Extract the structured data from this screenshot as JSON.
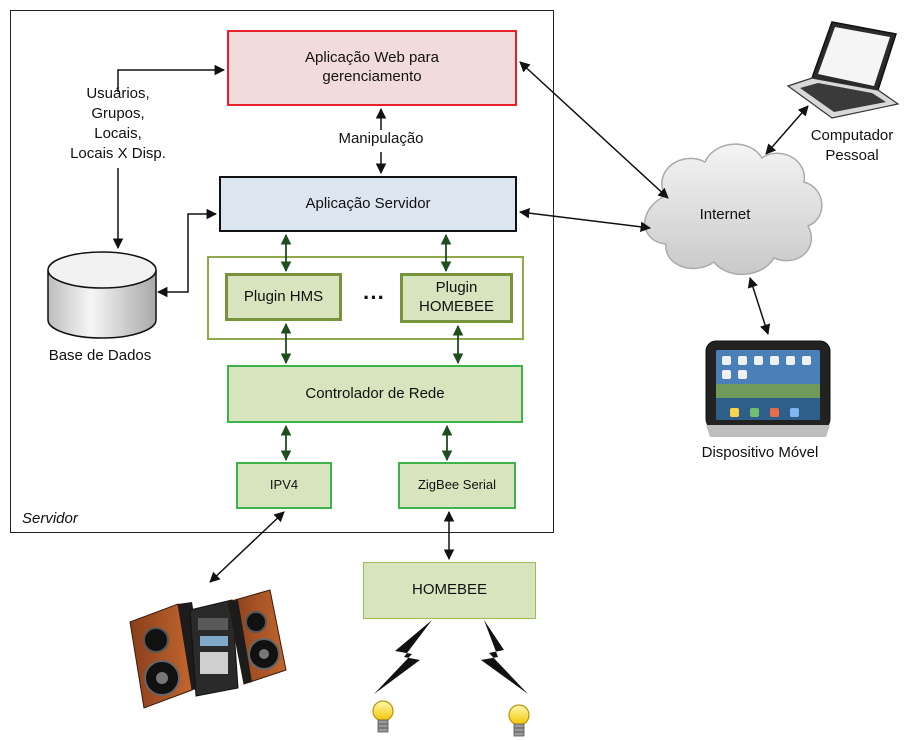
{
  "server": {
    "label": "Servidor"
  },
  "boxes": {
    "web_app": "Aplicação Web para gerenciamento",
    "server_app": "Aplicação Servidor",
    "plugin_hms": "Plugin HMS",
    "plugin_ellipsis": "···",
    "plugin_homebee": "Plugin HOMEBEE",
    "network_controller": "Controlador de Rede",
    "ipv4": "IPV4",
    "zigbee_serial": "ZigBee Serial",
    "homebee": "HOMEBEE"
  },
  "labels": {
    "db_entities": [
      "Usuários,",
      "Grupos,",
      "Locais,",
      "Locais X Disp."
    ],
    "manipulation": "Manipulação",
    "database": "Base de Dados",
    "internet": "Internet",
    "personal_computer": [
      "Computador",
      "Pessoal"
    ],
    "mobile_device": "Dispositivo Móvel"
  },
  "colors": {
    "web_app_fill": "#f2dcdb",
    "web_app_border": "#e8202a",
    "server_app_fill": "#dce6f1",
    "green_fill": "#d7e4bd",
    "green_border_bright": "#3cb44b",
    "green_border_olive": "#77933c",
    "arrow_dark_green": "#1e4d1e"
  }
}
